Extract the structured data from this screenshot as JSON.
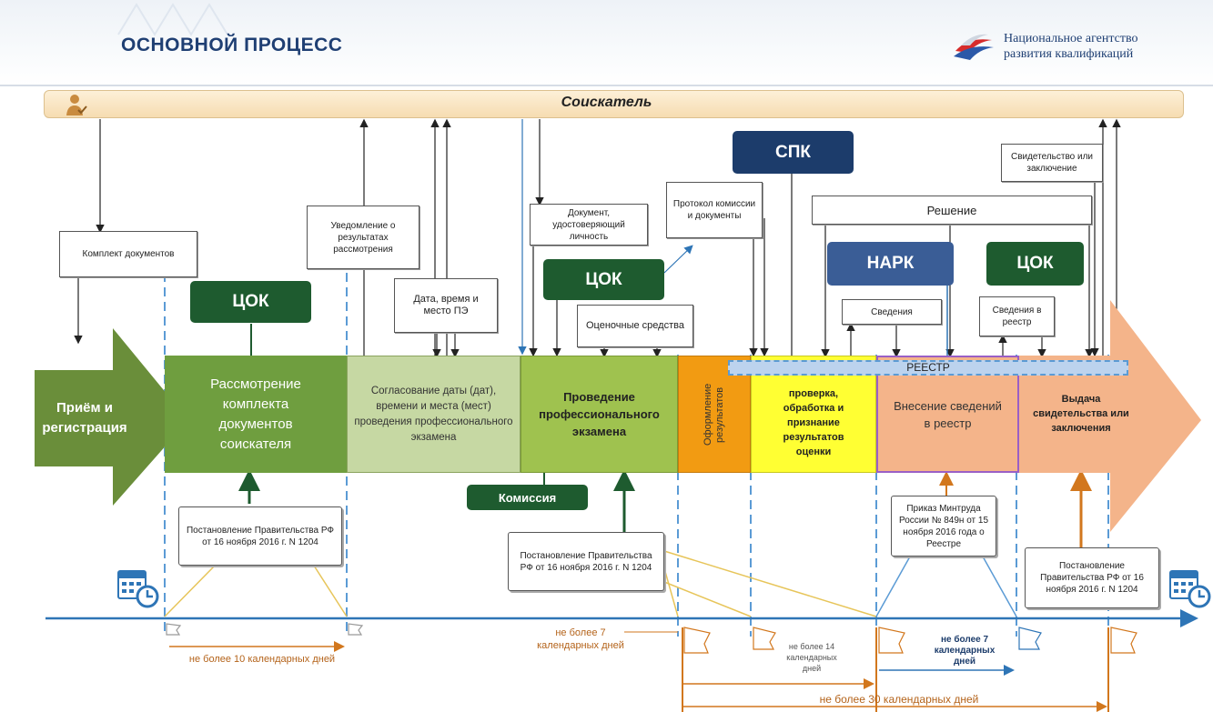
{
  "header": {
    "title": "ОСНОВНОЙ ПРОЦЕСС",
    "logo_line1": "Национальное агентство",
    "logo_line2": "развития квалификаций"
  },
  "applicant": {
    "label": "Соискатель",
    "icon": "person-check-icon"
  },
  "orgs": {
    "cok_1": "ЦОК",
    "cok_2": "ЦОК",
    "cok_3": "ЦОК",
    "spk": "СПК",
    "nark": "НАРК",
    "commission": "Комиссия"
  },
  "stages": {
    "reception": "Приём и регистрация",
    "review": "Рассмотрение комплекта документов соискателя",
    "agreement": "Согласование даты (дат), времени и места (мест) проведения профессионального экзамена",
    "exam": "Проведение профессионального экзамена",
    "results": "Оформление результатов",
    "check": "проверка, обработка и признание результатов оценки",
    "register_entry": "Внесение сведений в реестр",
    "issue": "Выдача свидетельства или заключения",
    "registry": "РЕЕСТР"
  },
  "notes": {
    "documents_set": "Комплект документов",
    "notice_results": "Уведомление о результатах рассмотрения",
    "date_time_place": "Дата, время и место ПЭ",
    "identity_doc": "Документ, удостоверяющий личность",
    "evaluation_tools": "Оценочные средства",
    "protocol": "Протокол комиссии и документы",
    "decision": "Решение",
    "certificate": "Свидетельство или заключение",
    "info": "Сведения",
    "info_registry": "Сведения в реестр"
  },
  "scrolls": {
    "regulation_1": "Постановление Правительства РФ от 16 ноября 2016 г. N 1204",
    "regulation_2": "Постановление Правительства РФ от 16 ноября 2016 г. N 1204",
    "order_mintrud": "Приказ Минтруда России № 849н от 15 ноября 2016 года о Реестре",
    "regulation_3": "Постановление Правительства РФ от 16 ноября 2016 г. N 1204"
  },
  "deadlines": {
    "ten_days": "не более 10 календарных дней",
    "seven_days_1": "не более 7 календарных дней",
    "fourteen_days": "не более 14 календарных дней",
    "seven_days_2": "не более 7 календарных дней",
    "thirty_days": "не более 30 календарных дней"
  },
  "colors": {
    "arrow_green": "#6a8e3a",
    "stage_green_light": "#c6d8a3",
    "stage_green_mid": "#9fc24f",
    "stage_orange": "#f29b12",
    "stage_yellow": "#ffff33",
    "stage_salmon": "#f4b48a",
    "timeline_blue": "#2e75b6",
    "deadline_orange": "#d2771d"
  }
}
